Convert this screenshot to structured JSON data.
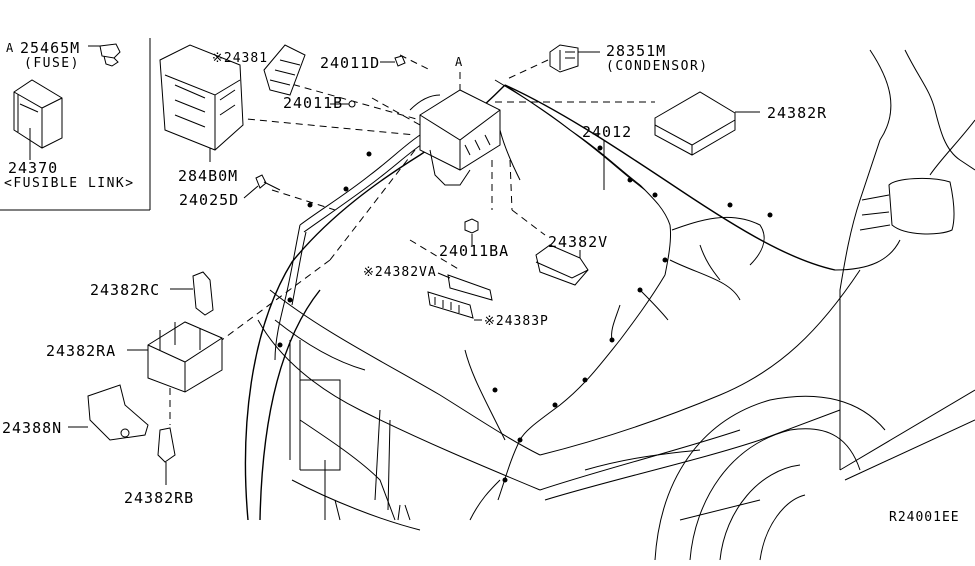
{
  "diagram": {
    "type": "exploded parts diagram",
    "subject": "Engine room wiring harness",
    "reference_code": "R24001EE",
    "inset": {
      "marker": "A",
      "parts": [
        {
          "number": "25465M",
          "name": "(FUSE)"
        },
        {
          "number": "24370",
          "name": "<FUSIBLE LINK>"
        }
      ]
    },
    "callouts": [
      {
        "id": "284b0m",
        "number": "284B0M"
      },
      {
        "id": "24381",
        "number": "※24381"
      },
      {
        "id": "24011d",
        "number": "24011D"
      },
      {
        "id": "24011b",
        "number": "24011B"
      },
      {
        "id": "24025d",
        "number": "24025D"
      },
      {
        "id": "view-a",
        "number": "A"
      },
      {
        "id": "28351m",
        "number": "28351M",
        "name": "(CONDENSOR)"
      },
      {
        "id": "24382r",
        "number": "24382R"
      },
      {
        "id": "24012",
        "number": "24012"
      },
      {
        "id": "24011ba",
        "number": "24011BA"
      },
      {
        "id": "24382v",
        "number": "24382V"
      },
      {
        "id": "24382va",
        "number": "※24382VA"
      },
      {
        "id": "24383p",
        "number": "※24383P"
      },
      {
        "id": "24382rc",
        "number": "24382RC"
      },
      {
        "id": "24382ra",
        "number": "24382RA"
      },
      {
        "id": "24388n",
        "number": "24388N"
      },
      {
        "id": "24382rb",
        "number": "24382RB"
      }
    ]
  }
}
